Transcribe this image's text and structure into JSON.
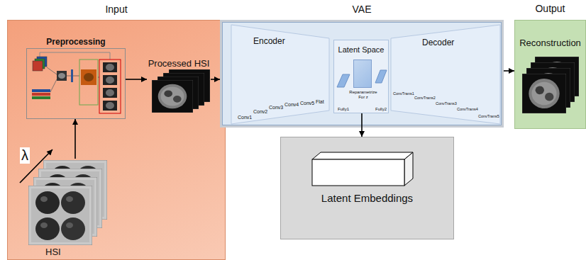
{
  "diagram": {
    "nodes": [
      {
        "text": [
          "Input"
        ]
      },
      {
        "text": [
          "Preprocessing"
        ],
        "in": 0
      },
      {
        "text": [
          "Processed HSI"
        ],
        "in": 0
      },
      {
        "text": [
          "HSI"
        ],
        "in": 0
      },
      {
        "text": [
          "VAE"
        ]
      },
      {
        "text": [
          "Encoder"
        ],
        "in": 4
      },
      {
        "text": [
          "Conv1"
        ],
        "in": 5
      },
      {
        "text": [
          "Conv2"
        ],
        "in": 5
      },
      {
        "text": [
          "Conv3"
        ],
        "in": 5
      },
      {
        "text": [
          "Conv4"
        ],
        "in": 5
      },
      {
        "text": [
          "Conv5"
        ],
        "in": 5
      },
      {
        "text": [
          "Flat"
        ],
        "in": 5
      },
      {
        "text": [
          "Latent Space"
        ],
        "in": 4
      },
      {
        "text": [
          "Fully1"
        ],
        "in": 12
      },
      {
        "text": [
          "Reparametrize For z"
        ],
        "in": 12
      },
      {
        "text": [
          "Fully2"
        ],
        "in": 12
      },
      {
        "text": [
          "Decoder"
        ],
        "in": 4
      },
      {
        "text": [
          "ConvTrans1"
        ],
        "in": 16
      },
      {
        "text": [
          "ConvTrans2"
        ],
        "in": 16
      },
      {
        "text": [
          "ConvTrans3"
        ],
        "in": 16
      },
      {
        "text": [
          "ConvTrans4"
        ],
        "in": 16
      },
      {
        "text": [
          "ConvTrans5"
        ],
        "in": 16
      },
      {
        "text": [
          "Output",
          "Reconstruction"
        ]
      },
      {
        "text": [
          "Latent Embeddings"
        ]
      }
    ],
    "edges": [
      {
        "from": 3,
        "to": 1,
        "arrow": "to"
      },
      {
        "from": 1,
        "to": 2,
        "arrow": "to"
      },
      {
        "from": 2,
        "to": 4,
        "arrow": "to"
      },
      {
        "from": 4,
        "to": 22,
        "arrow": "to"
      },
      {
        "from": 12,
        "to": 23,
        "arrow": "to"
      }
    ],
    "labels": [
      "λ"
    ]
  }
}
